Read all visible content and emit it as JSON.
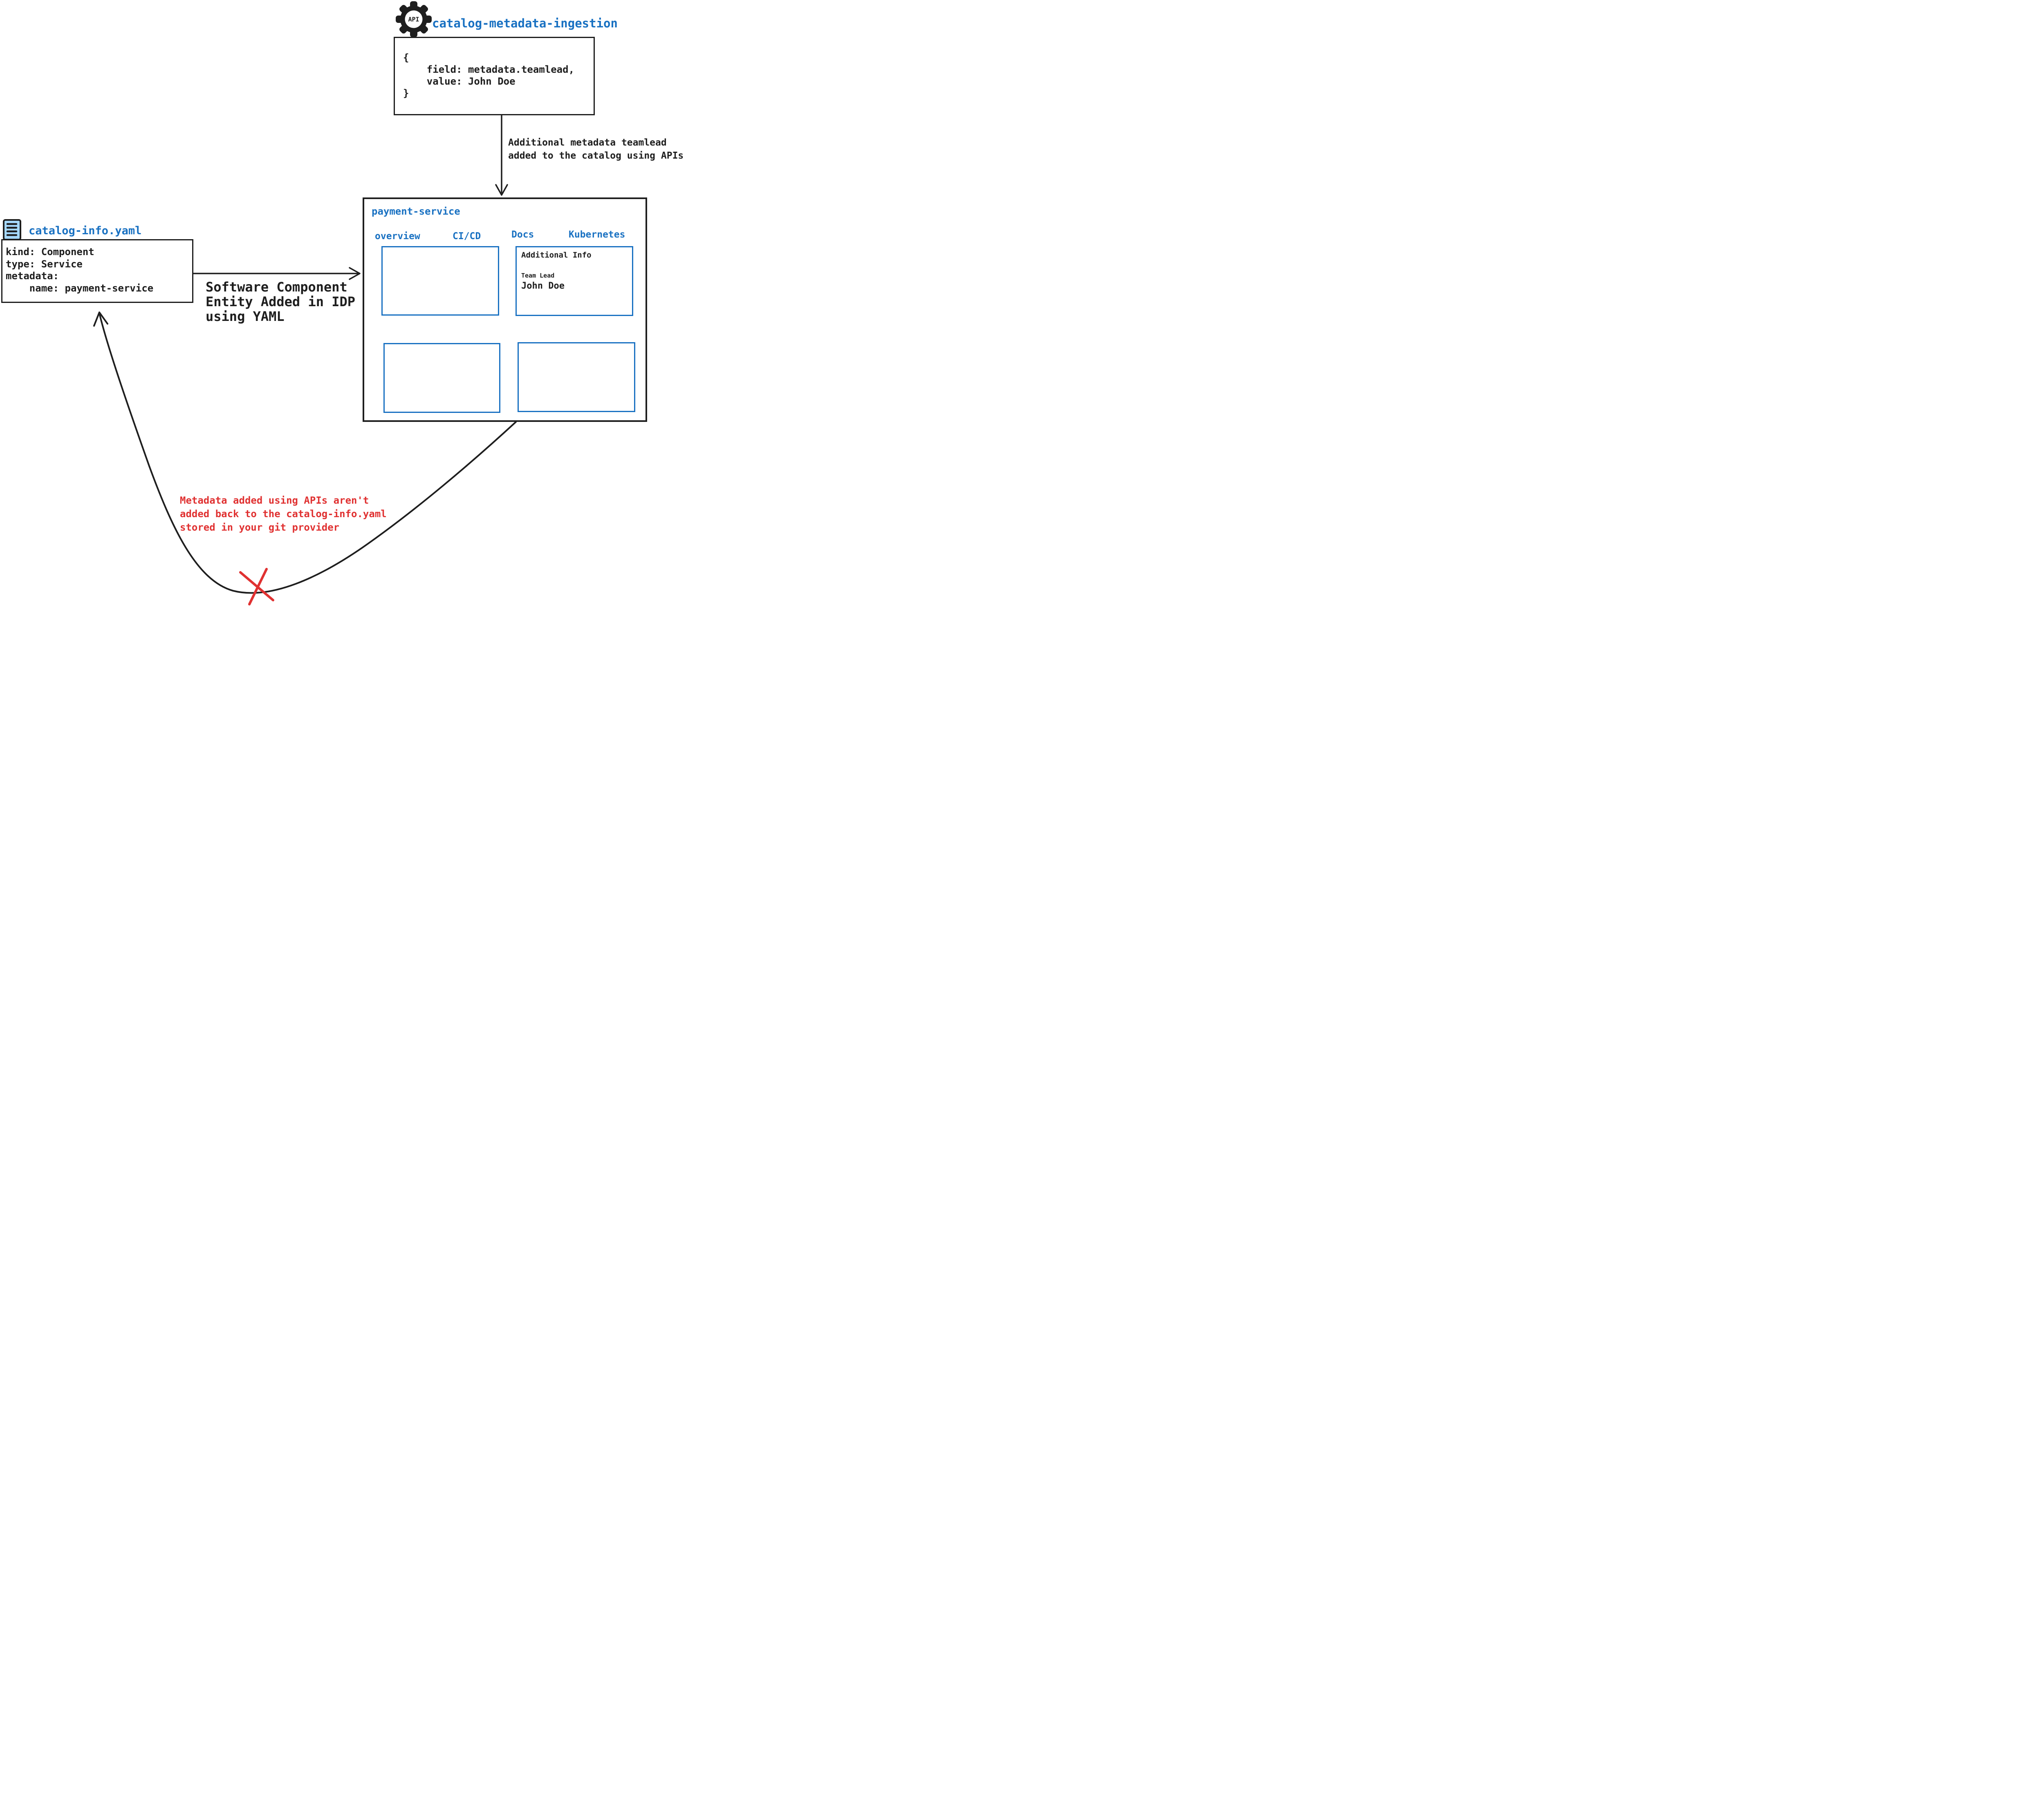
{
  "colors": {
    "ink": "#1e1e1e",
    "accent_blue": "#1971c2",
    "alert_red": "#e03131",
    "file_icon_fill": "#a5d8ff"
  },
  "api_ingestion": {
    "icon": "gear-api-icon",
    "icon_text": "API",
    "title": "catalog-metadata-ingestion",
    "code_lines": [
      "{",
      "    field: metadata.teamlead,",
      "    value: John Doe",
      "}"
    ]
  },
  "api_arrow": {
    "label_lines": [
      "Additional metadata teamlead",
      "added to the catalog using APIs"
    ]
  },
  "idp_window": {
    "title": "payment-service",
    "tabs": [
      {
        "label": "overview"
      },
      {
        "label": "CI/CD"
      },
      {
        "label": "Docs"
      },
      {
        "label": "Kubernetes"
      }
    ],
    "additional_info_panel": {
      "heading": "Additional Info",
      "field_label": "Team Lead",
      "field_value": "John Doe"
    }
  },
  "yaml_file": {
    "icon": "document-icon",
    "filename": "catalog-info.yaml",
    "code_lines": [
      "kind: Component",
      "type: Service",
      "metadata:",
      "    name: payment-service"
    ]
  },
  "yaml_arrow": {
    "label_lines": [
      "Software Component",
      "Entity Added in IDP",
      "using YAML"
    ]
  },
  "feedback_note": {
    "lines": [
      "Metadata added using APIs aren't",
      "added back to the catalog-info.yaml",
      "stored in your git provider"
    ]
  }
}
